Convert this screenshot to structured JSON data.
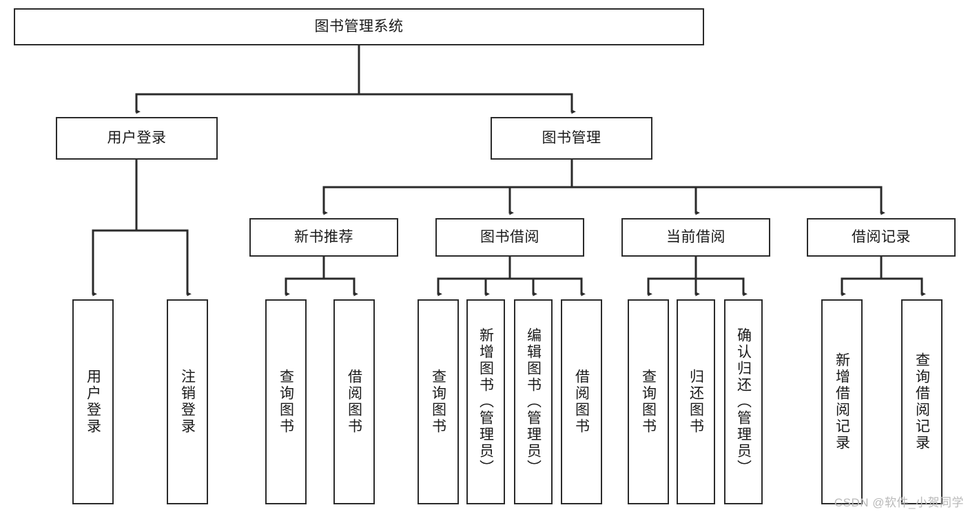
{
  "diagram": {
    "type": "tree-hierarchy-chart",
    "title": "图书管理系统",
    "watermark": "CSDN @软件_小贺同学",
    "colors": {
      "box_border": "#2b2b2b",
      "box_fill": "#ffffff",
      "connector": "#2b2b2b",
      "text": "#1a1a1a",
      "watermark": "#b9b9b9",
      "background": "#ffffff"
    },
    "root": {
      "label": "图书管理系统"
    },
    "level2": [
      {
        "label": "用户登录"
      },
      {
        "label": "图书管理"
      }
    ],
    "level3": [
      {
        "label": "新书推荐"
      },
      {
        "label": "图书借阅"
      },
      {
        "label": "当前借阅"
      },
      {
        "label": "借阅记录"
      }
    ],
    "leaves": {
      "user_login": [
        {
          "label": "用户登录"
        },
        {
          "label": "注销登录"
        }
      ],
      "new_book_recommend": [
        {
          "label": "查询图书"
        },
        {
          "label": "借阅图书"
        }
      ],
      "book_borrow": [
        {
          "label": "查询图书"
        },
        {
          "label": "新增图书（管理员）"
        },
        {
          "label": "编辑图书（管理员）"
        },
        {
          "label": "借阅图书"
        }
      ],
      "current_borrow": [
        {
          "label": "查询图书"
        },
        {
          "label": "归还图书"
        },
        {
          "label": "确认归还（管理员）"
        }
      ],
      "borrow_record": [
        {
          "label": "新增借阅记录"
        },
        {
          "label": "查询借阅记录"
        }
      ]
    }
  }
}
